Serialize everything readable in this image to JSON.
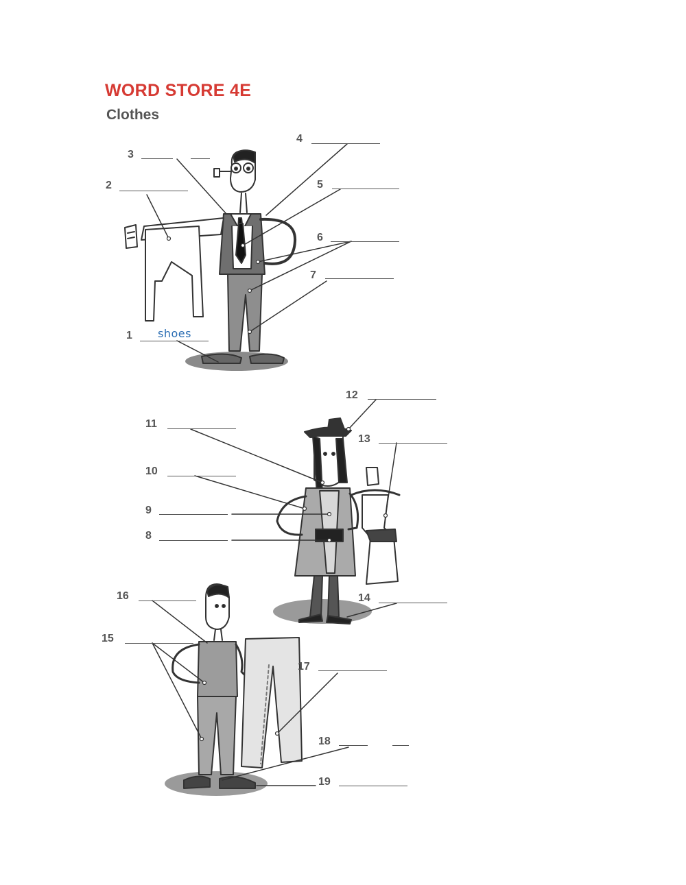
{
  "header": {
    "title": "WORD STORE 4E",
    "subtitle": "Clothes"
  },
  "colors": {
    "title": "#d63a33",
    "subtitle": "#555555",
    "answer": "#2a6db3",
    "ink": "#333333"
  },
  "items": [
    {
      "n": "1",
      "answer": "shoes"
    },
    {
      "n": "2",
      "answer": ""
    },
    {
      "n": "3",
      "answer": ""
    },
    {
      "n": "4",
      "answer": ""
    },
    {
      "n": "5",
      "answer": ""
    },
    {
      "n": "6",
      "answer": ""
    },
    {
      "n": "7",
      "answer": ""
    },
    {
      "n": "8",
      "answer": ""
    },
    {
      "n": "9",
      "answer": ""
    },
    {
      "n": "10",
      "answer": ""
    },
    {
      "n": "11",
      "answer": ""
    },
    {
      "n": "12",
      "answer": ""
    },
    {
      "n": "13",
      "answer": ""
    },
    {
      "n": "14",
      "answer": ""
    },
    {
      "n": "15",
      "answer": ""
    },
    {
      "n": "16",
      "answer": ""
    },
    {
      "n": "17",
      "answer": ""
    },
    {
      "n": "18",
      "answer": ""
    },
    {
      "n": "19",
      "answer": ""
    }
  ]
}
